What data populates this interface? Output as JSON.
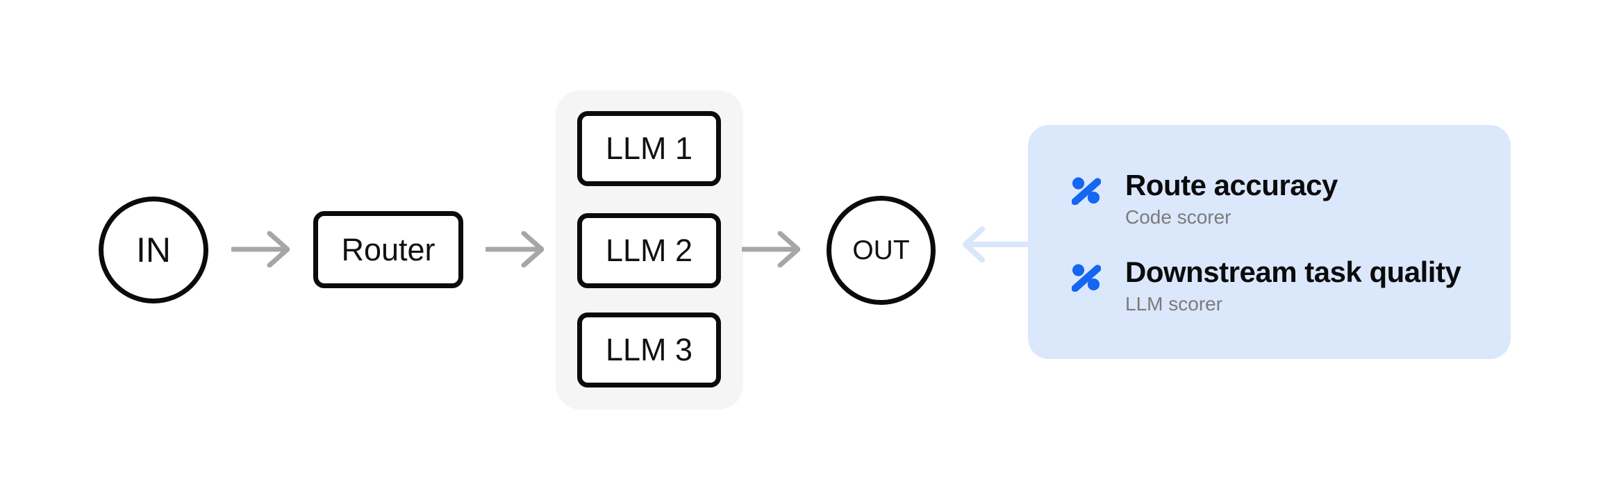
{
  "pipeline": {
    "in_label": "IN",
    "router_label": "Router",
    "llm_labels": [
      "LLM 1",
      "LLM 2",
      "LLM 3"
    ],
    "out_label": "OUT"
  },
  "scorecard": {
    "items": [
      {
        "icon": "percent-icon",
        "title": "Route accuracy",
        "subtitle": "Code scorer"
      },
      {
        "icon": "percent-icon",
        "title": "Downstream task quality",
        "subtitle": "LLM scorer"
      }
    ]
  },
  "colors": {
    "node_border": "#0b0b0b",
    "node_text": "#111111",
    "arrow_gray": "#a6a6a6",
    "llm_panel_bg": "#f5f5f5",
    "card_bg": "#dbe7fb",
    "card_arrow_light_blue": "#d9e6fb",
    "icon_blue": "#1566f0",
    "subtitle_gray": "#7b7b7b",
    "page_bg": "#ffffff"
  }
}
